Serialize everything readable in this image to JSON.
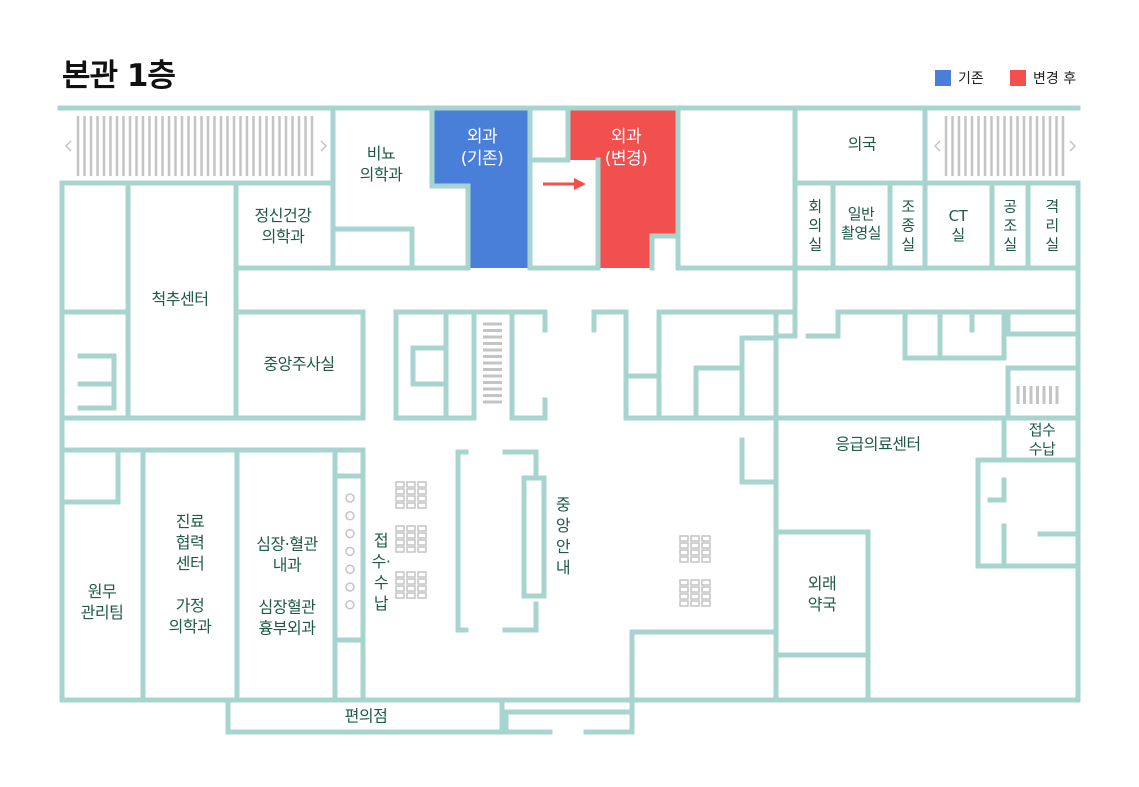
{
  "title": "본관 1층",
  "legend": {
    "before": {
      "label": "기존",
      "color": "#4a7fd9"
    },
    "after": {
      "label": "변경 후",
      "color": "#f24f4f"
    }
  },
  "colors": {
    "wall": "#a7d4cf",
    "label": "#1f5a48",
    "gray": "#c4c4c4"
  },
  "rooms": {
    "urology": "비뇨\n의학과",
    "surgery_before": "외과\n(기존)",
    "surgery_after": "외과\n(변경)",
    "pharmacy_in": "의국",
    "meeting": "회의실",
    "general_xray": "일반\n촬영실",
    "control": "조종실",
    "ct": "CT실",
    "air": "공조실",
    "isolation": "격리실",
    "psychiatry": "정신건강\n의학과",
    "spine": "척추센터",
    "injection": "중앙주사실",
    "emergency": "응급의료센터",
    "reception_er": "접수\n수납",
    "admin": "원무\n관리팀",
    "referral": "진료\n협력\n센터\n\n가정\n의학과",
    "cardio": "심장·혈관\n내과\n\n심장혈관\n흉부외과",
    "reception_main": "접수·수납",
    "info": "중앙안내",
    "outpatient_pharmacy": "외래\n약국",
    "store": "편의점"
  },
  "icons": {
    "arrow": "arrow-right-icon",
    "stairs": "stairs-icon",
    "escalator": "escalator-icon",
    "seats": "waiting-seats-icon"
  }
}
